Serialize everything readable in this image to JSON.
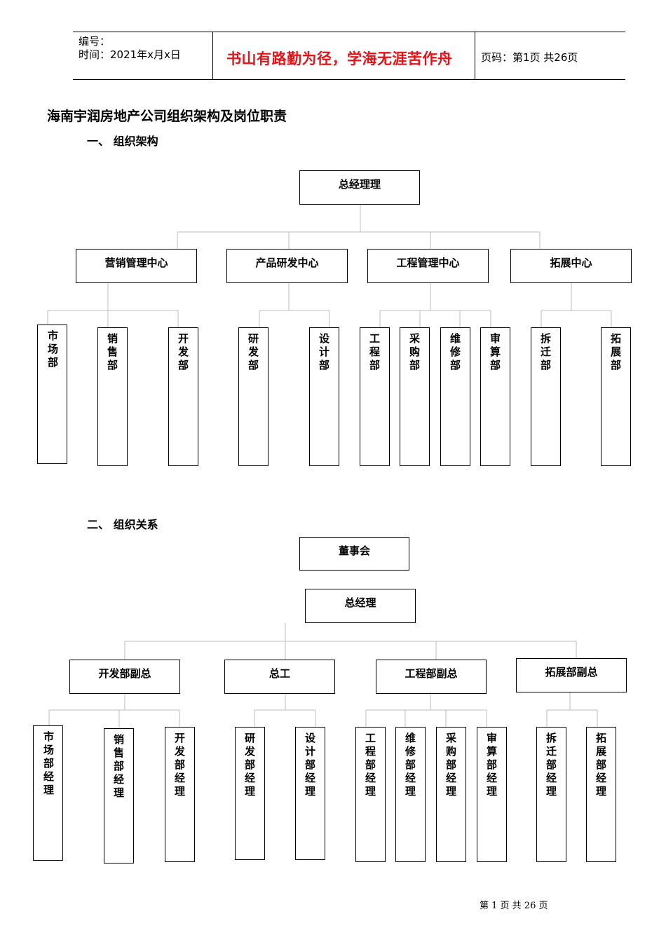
{
  "header": {
    "serial_label": "编号：",
    "time_label": "时间：2021年x月x日",
    "motto": "书山有路勤为径，学海无涯苦作舟",
    "page_label": "页码：第1页  共26页"
  },
  "doc_title": "海南宇润房地产公司组织架构及岗位职责",
  "section1": {
    "heading": "一、  组织架构",
    "top": "总经理理",
    "centers": [
      "营销管理中心",
      "产品研发中心",
      "工程管理中心",
      "拓展中心"
    ],
    "departments": [
      "市场部",
      "销售部",
      "开发部",
      "研发部",
      "设计部",
      "工程部",
      "采购部",
      "维修部",
      "审算部",
      "拆迁部",
      "拓展部"
    ]
  },
  "section2": {
    "heading": "二、  组织关系",
    "board": "董事会",
    "gm": "总经理",
    "deputies": [
      "开发部副总",
      "总工",
      "工程部副总",
      "拓展部副总"
    ],
    "managers": [
      "市场部经理",
      "销售部经理",
      "开发部经理",
      "研发部经理",
      "设计部经理",
      "工程部经理",
      "维修部经理",
      "采购部经理",
      "审算部经理",
      "拆迁部经理",
      "拓展部经理"
    ]
  },
  "footer": "第 1 页  共 26 页"
}
